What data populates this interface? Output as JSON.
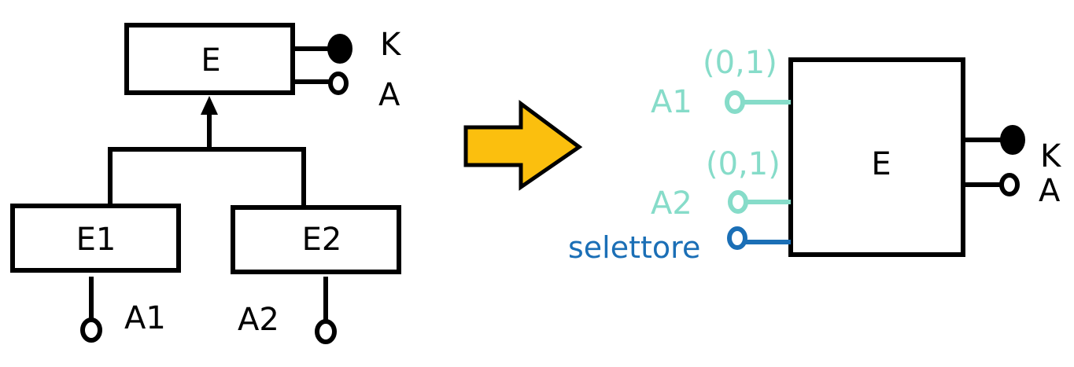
{
  "left": {
    "parent": {
      "name": "E",
      "attributes": [
        {
          "label": "K",
          "kind": "key"
        },
        {
          "label": "A",
          "kind": "attribute"
        }
      ]
    },
    "children": [
      {
        "name": "E1",
        "attribute": "A1"
      },
      {
        "name": "E2",
        "attribute": "A2"
      }
    ]
  },
  "arrow": {
    "color": "#fbbf0e"
  },
  "right": {
    "entity": "E",
    "attributes_left": [
      {
        "label": "A1",
        "cardinality": "(0,1)",
        "color": "#86dcc9"
      },
      {
        "label": "A2",
        "cardinality": "(0,1)",
        "color": "#86dcc9"
      },
      {
        "label": "selettore",
        "cardinality": "",
        "color": "#1b6fb6"
      }
    ],
    "attributes_right": [
      {
        "label": "K",
        "kind": "key"
      },
      {
        "label": "A",
        "kind": "attribute"
      }
    ]
  }
}
